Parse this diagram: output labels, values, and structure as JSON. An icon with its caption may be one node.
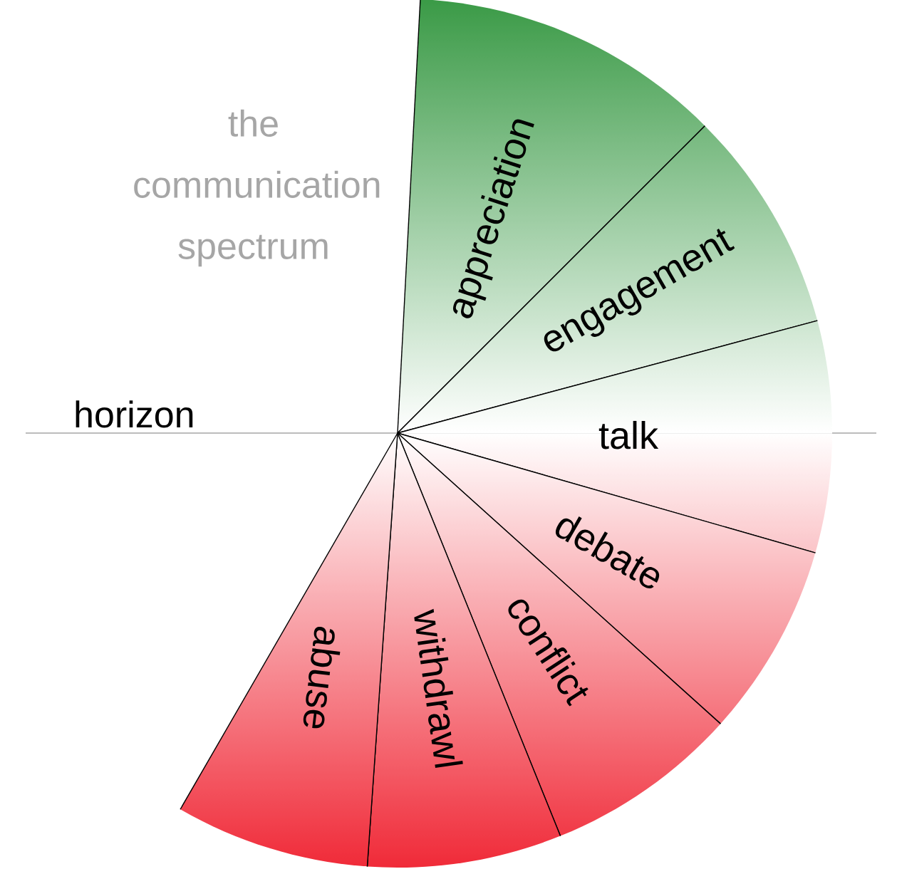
{
  "diagram": {
    "title": "the communication spectrum",
    "nodes": [
      {
        "text": [
          "appreciation"
        ]
      },
      {
        "text": [
          "engagement"
        ]
      },
      {
        "text": [
          "talk"
        ]
      },
      {
        "text": [
          "debate"
        ]
      },
      {
        "text": [
          "conflict"
        ]
      },
      {
        "text": [
          "withdrawl"
        ]
      },
      {
        "text": [
          "abuse"
        ]
      }
    ],
    "edges": [],
    "labels": [
      "horizon"
    ]
  }
}
